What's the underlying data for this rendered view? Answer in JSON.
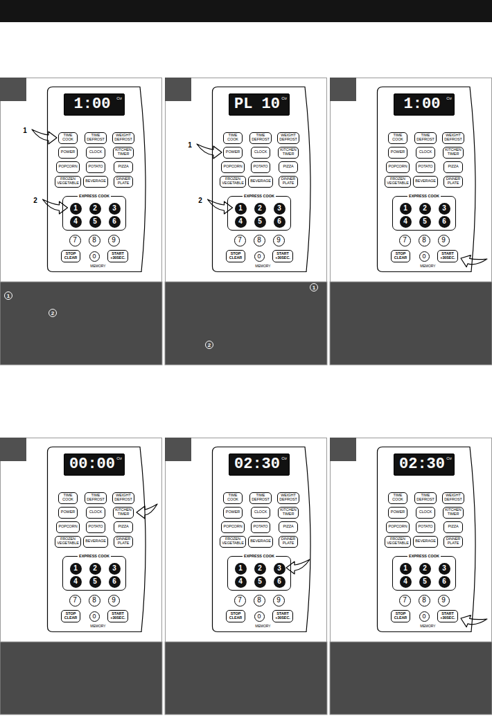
{
  "diagram": {
    "nodes": [
      {
        "text": [
          "MEMORY"
        ]
      },
      {
        "text": [
          "1:00",
          "Oz"
        ],
        "in": 0
      },
      {
        "text": [
          "TIME COOK"
        ],
        "in": 0
      },
      {
        "text": [
          "TIME DEFROST"
        ],
        "in": 0
      },
      {
        "text": [
          "WEIGHT DEFROST"
        ],
        "in": 0
      },
      {
        "text": [
          "POWER"
        ],
        "in": 0
      },
      {
        "text": [
          "CLOCK"
        ],
        "in": 0
      },
      {
        "text": [
          "KITCHEN TIMER"
        ],
        "in": 0
      },
      {
        "text": [
          "POPCORN"
        ],
        "in": 0
      },
      {
        "text": [
          "POTATO"
        ],
        "in": 0
      },
      {
        "text": [
          "PIZZA"
        ],
        "in": 0
      },
      {
        "text": [
          "FROZEN VEGETABLE"
        ],
        "in": 0
      },
      {
        "text": [
          "BEVERAGE"
        ],
        "in": 0
      },
      {
        "text": [
          "DINNER PLATE"
        ],
        "in": 0
      },
      {
        "text": [
          "EXPRESS COOK"
        ],
        "in": 0
      },
      {
        "text": [
          "1"
        ],
        "in": 14
      },
      {
        "text": [
          "2"
        ],
        "in": 14
      },
      {
        "text": [
          "3"
        ],
        "in": 14
      },
      {
        "text": [
          "4"
        ],
        "in": 14
      },
      {
        "text": [
          "5"
        ],
        "in": 14
      },
      {
        "text": [
          "6"
        ],
        "in": 14
      },
      {
        "text": [
          "7"
        ],
        "in": 0
      },
      {
        "text": [
          "8"
        ],
        "in": 0
      },
      {
        "text": [
          "9"
        ],
        "in": 0
      },
      {
        "text": [
          "STOP CLEAR"
        ],
        "in": 0
      },
      {
        "text": [
          "0"
        ],
        "in": 0
      },
      {
        "text": [
          "START +30SEC."
        ],
        "in": 0
      },
      {
        "text": [
          "MEMORY"
        ]
      },
      {
        "text": [
          "PL 10",
          "Oz"
        ],
        "in": 27
      },
      {
        "text": [
          "TIME COOK"
        ],
        "in": 27
      },
      {
        "text": [
          "TIME DEFROST"
        ],
        "in": 27
      },
      {
        "text": [
          "WEIGHT DEFROST"
        ],
        "in": 27
      },
      {
        "text": [
          "POWER"
        ],
        "in": 27
      },
      {
        "text": [
          "CLOCK"
        ],
        "in": 27
      },
      {
        "text": [
          "KITCHEN TIMER"
        ],
        "in": 27
      },
      {
        "text": [
          "POPCORN"
        ],
        "in": 27
      },
      {
        "text": [
          "POTATO"
        ],
        "in": 27
      },
      {
        "text": [
          "PIZZA"
        ],
        "in": 27
      },
      {
        "text": [
          "FROZEN VEGETABLE"
        ],
        "in": 27
      },
      {
        "text": [
          "BEVERAGE"
        ],
        "in": 27
      },
      {
        "text": [
          "DINNER PLATE"
        ],
        "in": 27
      },
      {
        "text": [
          "EXPRESS COOK"
        ],
        "in": 27
      },
      {
        "text": [
          "1"
        ],
        "in": 41
      },
      {
        "text": [
          "2"
        ],
        "in": 41
      },
      {
        "text": [
          "3"
        ],
        "in": 41
      },
      {
        "text": [
          "4"
        ],
        "in": 41
      },
      {
        "text": [
          "5"
        ],
        "in": 41
      },
      {
        "text": [
          "6"
        ],
        "in": 41
      },
      {
        "text": [
          "7"
        ],
        "in": 27
      },
      {
        "text": [
          "8"
        ],
        "in": 27
      },
      {
        "text": [
          "9"
        ],
        "in": 27
      },
      {
        "text": [
          "STOP CLEAR"
        ],
        "in": 27
      },
      {
        "text": [
          "0"
        ],
        "in": 27
      },
      {
        "text": [
          "START +30SEC."
        ],
        "in": 27
      },
      {
        "text": [
          "MEMORY"
        ]
      },
      {
        "text": [
          "1:00",
          "Oz"
        ],
        "in": 54
      },
      {
        "text": [
          "TIME COOK"
        ],
        "in": 54
      },
      {
        "text": [
          "TIME DEFROST"
        ],
        "in": 54
      },
      {
        "text": [
          "WEIGHT DEFROST"
        ],
        "in": 54
      },
      {
        "text": [
          "POWER"
        ],
        "in": 54
      },
      {
        "text": [
          "CLOCK"
        ],
        "in": 54
      },
      {
        "text": [
          "KITCHEN TIMER"
        ],
        "in": 54
      },
      {
        "text": [
          "POPCORN"
        ],
        "in": 54
      },
      {
        "text": [
          "POTATO"
        ],
        "in": 54
      },
      {
        "text": [
          "PIZZA"
        ],
        "in": 54
      },
      {
        "text": [
          "FROZEN VEGETABLE"
        ],
        "in": 54
      },
      {
        "text": [
          "BEVERAGE"
        ],
        "in": 54
      },
      {
        "text": [
          "DINNER PLATE"
        ],
        "in": 54
      },
      {
        "text": [
          "EXPRESS COOK"
        ],
        "in": 54
      },
      {
        "text": [
          "1"
        ],
        "in": 68
      },
      {
        "text": [
          "2"
        ],
        "in": 68
      },
      {
        "text": [
          "3"
        ],
        "in": 68
      },
      {
        "text": [
          "4"
        ],
        "in": 68
      },
      {
        "text": [
          "5"
        ],
        "in": 68
      },
      {
        "text": [
          "6"
        ],
        "in": 68
      },
      {
        "text": [
          "7"
        ],
        "in": 54
      },
      {
        "text": [
          "8"
        ],
        "in": 54
      },
      {
        "text": [
          "9"
        ],
        "in": 54
      },
      {
        "text": [
          "STOP CLEAR"
        ],
        "in": 54
      },
      {
        "text": [
          "0"
        ],
        "in": 54
      },
      {
        "text": [
          "START +30SEC."
        ],
        "in": 54
      },
      {
        "text": [
          "MEMORY"
        ]
      },
      {
        "text": [
          "00:00",
          "Oz"
        ],
        "in": 81
      },
      {
        "text": [
          "TIME COOK"
        ],
        "in": 81
      },
      {
        "text": [
          "TIME DEFROST"
        ],
        "in": 81
      },
      {
        "text": [
          "WEIGHT DEFROST"
        ],
        "in": 81
      },
      {
        "text": [
          "POWER"
        ],
        "in": 81
      },
      {
        "text": [
          "CLOCK"
        ],
        "in": 81
      },
      {
        "text": [
          "KITCHEN TIMER"
        ],
        "in": 81
      },
      {
        "text": [
          "POPCORN"
        ],
        "in": 81
      },
      {
        "text": [
          "POTATO"
        ],
        "in": 81
      },
      {
        "text": [
          "PIZZA"
        ],
        "in": 81
      },
      {
        "text": [
          "FROZEN VEGETABLE"
        ],
        "in": 81
      },
      {
        "text": [
          "BEVERAGE"
        ],
        "in": 81
      },
      {
        "text": [
          "DINNER PLATE"
        ],
        "in": 81
      },
      {
        "text": [
          "EXPRESS COOK"
        ],
        "in": 81
      },
      {
        "text": [
          "1"
        ],
        "in": 95
      },
      {
        "text": [
          "2"
        ],
        "in": 95
      },
      {
        "text": [
          "3"
        ],
        "in": 95
      },
      {
        "text": [
          "4"
        ],
        "in": 95
      },
      {
        "text": [
          "5"
        ],
        "in": 95
      },
      {
        "text": [
          "6"
        ],
        "in": 95
      },
      {
        "text": [
          "7"
        ],
        "in": 81
      },
      {
        "text": [
          "8"
        ],
        "in": 81
      },
      {
        "text": [
          "9"
        ],
        "in": 81
      },
      {
        "text": [
          "STOP CLEAR"
        ],
        "in": 81
      },
      {
        "text": [
          "0"
        ],
        "in": 81
      },
      {
        "text": [
          "START +30SEC."
        ],
        "in": 81
      },
      {
        "text": [
          "MEMORY"
        ]
      },
      {
        "text": [
          "02:30",
          "Oz"
        ],
        "in": 108
      },
      {
        "text": [
          "TIME COOK"
        ],
        "in": 108
      },
      {
        "text": [
          "TIME DEFROST"
        ],
        "in": 108
      },
      {
        "text": [
          "WEIGHT DEFROST"
        ],
        "in": 108
      },
      {
        "text": [
          "POWER"
        ],
        "in": 108
      },
      {
        "text": [
          "CLOCK"
        ],
        "in": 108
      },
      {
        "text": [
          "KITCHEN TIMER"
        ],
        "in": 108
      },
      {
        "text": [
          "POPCORN"
        ],
        "in": 108
      },
      {
        "text": [
          "POTATO"
        ],
        "in": 108
      },
      {
        "text": [
          "PIZZA"
        ],
        "in": 108
      },
      {
        "text": [
          "FROZEN VEGETABLE"
        ],
        "in": 108
      },
      {
        "text": [
          "BEVERAGE"
        ],
        "in": 108
      },
      {
        "text": [
          "DINNER PLATE"
        ],
        "in": 108
      },
      {
        "text": [
          "EXPRESS COOK"
        ],
        "in": 108
      },
      {
        "text": [
          "1"
        ],
        "in": 122
      },
      {
        "text": [
          "2"
        ],
        "in": 122
      },
      {
        "text": [
          "3"
        ],
        "in": 122
      },
      {
        "text": [
          "4"
        ],
        "in": 122
      },
      {
        "text": [
          "5"
        ],
        "in": 122
      },
      {
        "text": [
          "6"
        ],
        "in": 122
      },
      {
        "text": [
          "7"
        ],
        "in": 108
      },
      {
        "text": [
          "8"
        ],
        "in": 108
      },
      {
        "text": [
          "9"
        ],
        "in": 108
      },
      {
        "text": [
          "STOP CLEAR"
        ],
        "in": 108
      },
      {
        "text": [
          "0"
        ],
        "in": 108
      },
      {
        "text": [
          "START +30SEC."
        ],
        "in": 108
      },
      {
        "text": [
          "MEMORY"
        ]
      },
      {
        "text": [
          "02:30",
          "Oz"
        ],
        "in": 135
      },
      {
        "text": [
          "TIME COOK"
        ],
        "in": 135
      },
      {
        "text": [
          "TIME DEFROST"
        ],
        "in": 135
      },
      {
        "text": [
          "WEIGHT DEFROST"
        ],
        "in": 135
      },
      {
        "text": [
          "POWER"
        ],
        "in": 135
      },
      {
        "text": [
          "CLOCK"
        ],
        "in": 135
      },
      {
        "text": [
          "KITCHEN TIMER"
        ],
        "in": 135
      },
      {
        "text": [
          "POPCORN"
        ],
        "in": 135
      },
      {
        "text": [
          "POTATO"
        ],
        "in": 135
      },
      {
        "text": [
          "PIZZA"
        ],
        "in": 135
      },
      {
        "text": [
          "FROZEN VEGETABLE"
        ],
        "in": 135
      },
      {
        "text": [
          "BEVERAGE"
        ],
        "in": 135
      },
      {
        "text": [
          "DINNER PLATE"
        ],
        "in": 135
      },
      {
        "text": [
          "EXPRESS COOK"
        ],
        "in": 135
      },
      {
        "text": [
          "1"
        ],
        "in": 149
      },
      {
        "text": [
          "2"
        ],
        "in": 149
      },
      {
        "text": [
          "3"
        ],
        "in": 149
      },
      {
        "text": [
          "4"
        ],
        "in": 149
      },
      {
        "text": [
          "5"
        ],
        "in": 149
      },
      {
        "text": [
          "6"
        ],
        "in": 149
      },
      {
        "text": [
          "7"
        ],
        "in": 135
      },
      {
        "text": [
          "8"
        ],
        "in": 135
      },
      {
        "text": [
          "9"
        ],
        "in": 135
      },
      {
        "text": [
          "STOP CLEAR"
        ],
        "in": 135
      },
      {
        "text": [
          "0"
        ],
        "in": 135
      },
      {
        "text": [
          "START +30SEC."
        ],
        "in": 135
      }
    ],
    "labels": [
      "1",
      "2",
      "1",
      "2",
      "1",
      "2",
      "1",
      "2"
    ]
  }
}
